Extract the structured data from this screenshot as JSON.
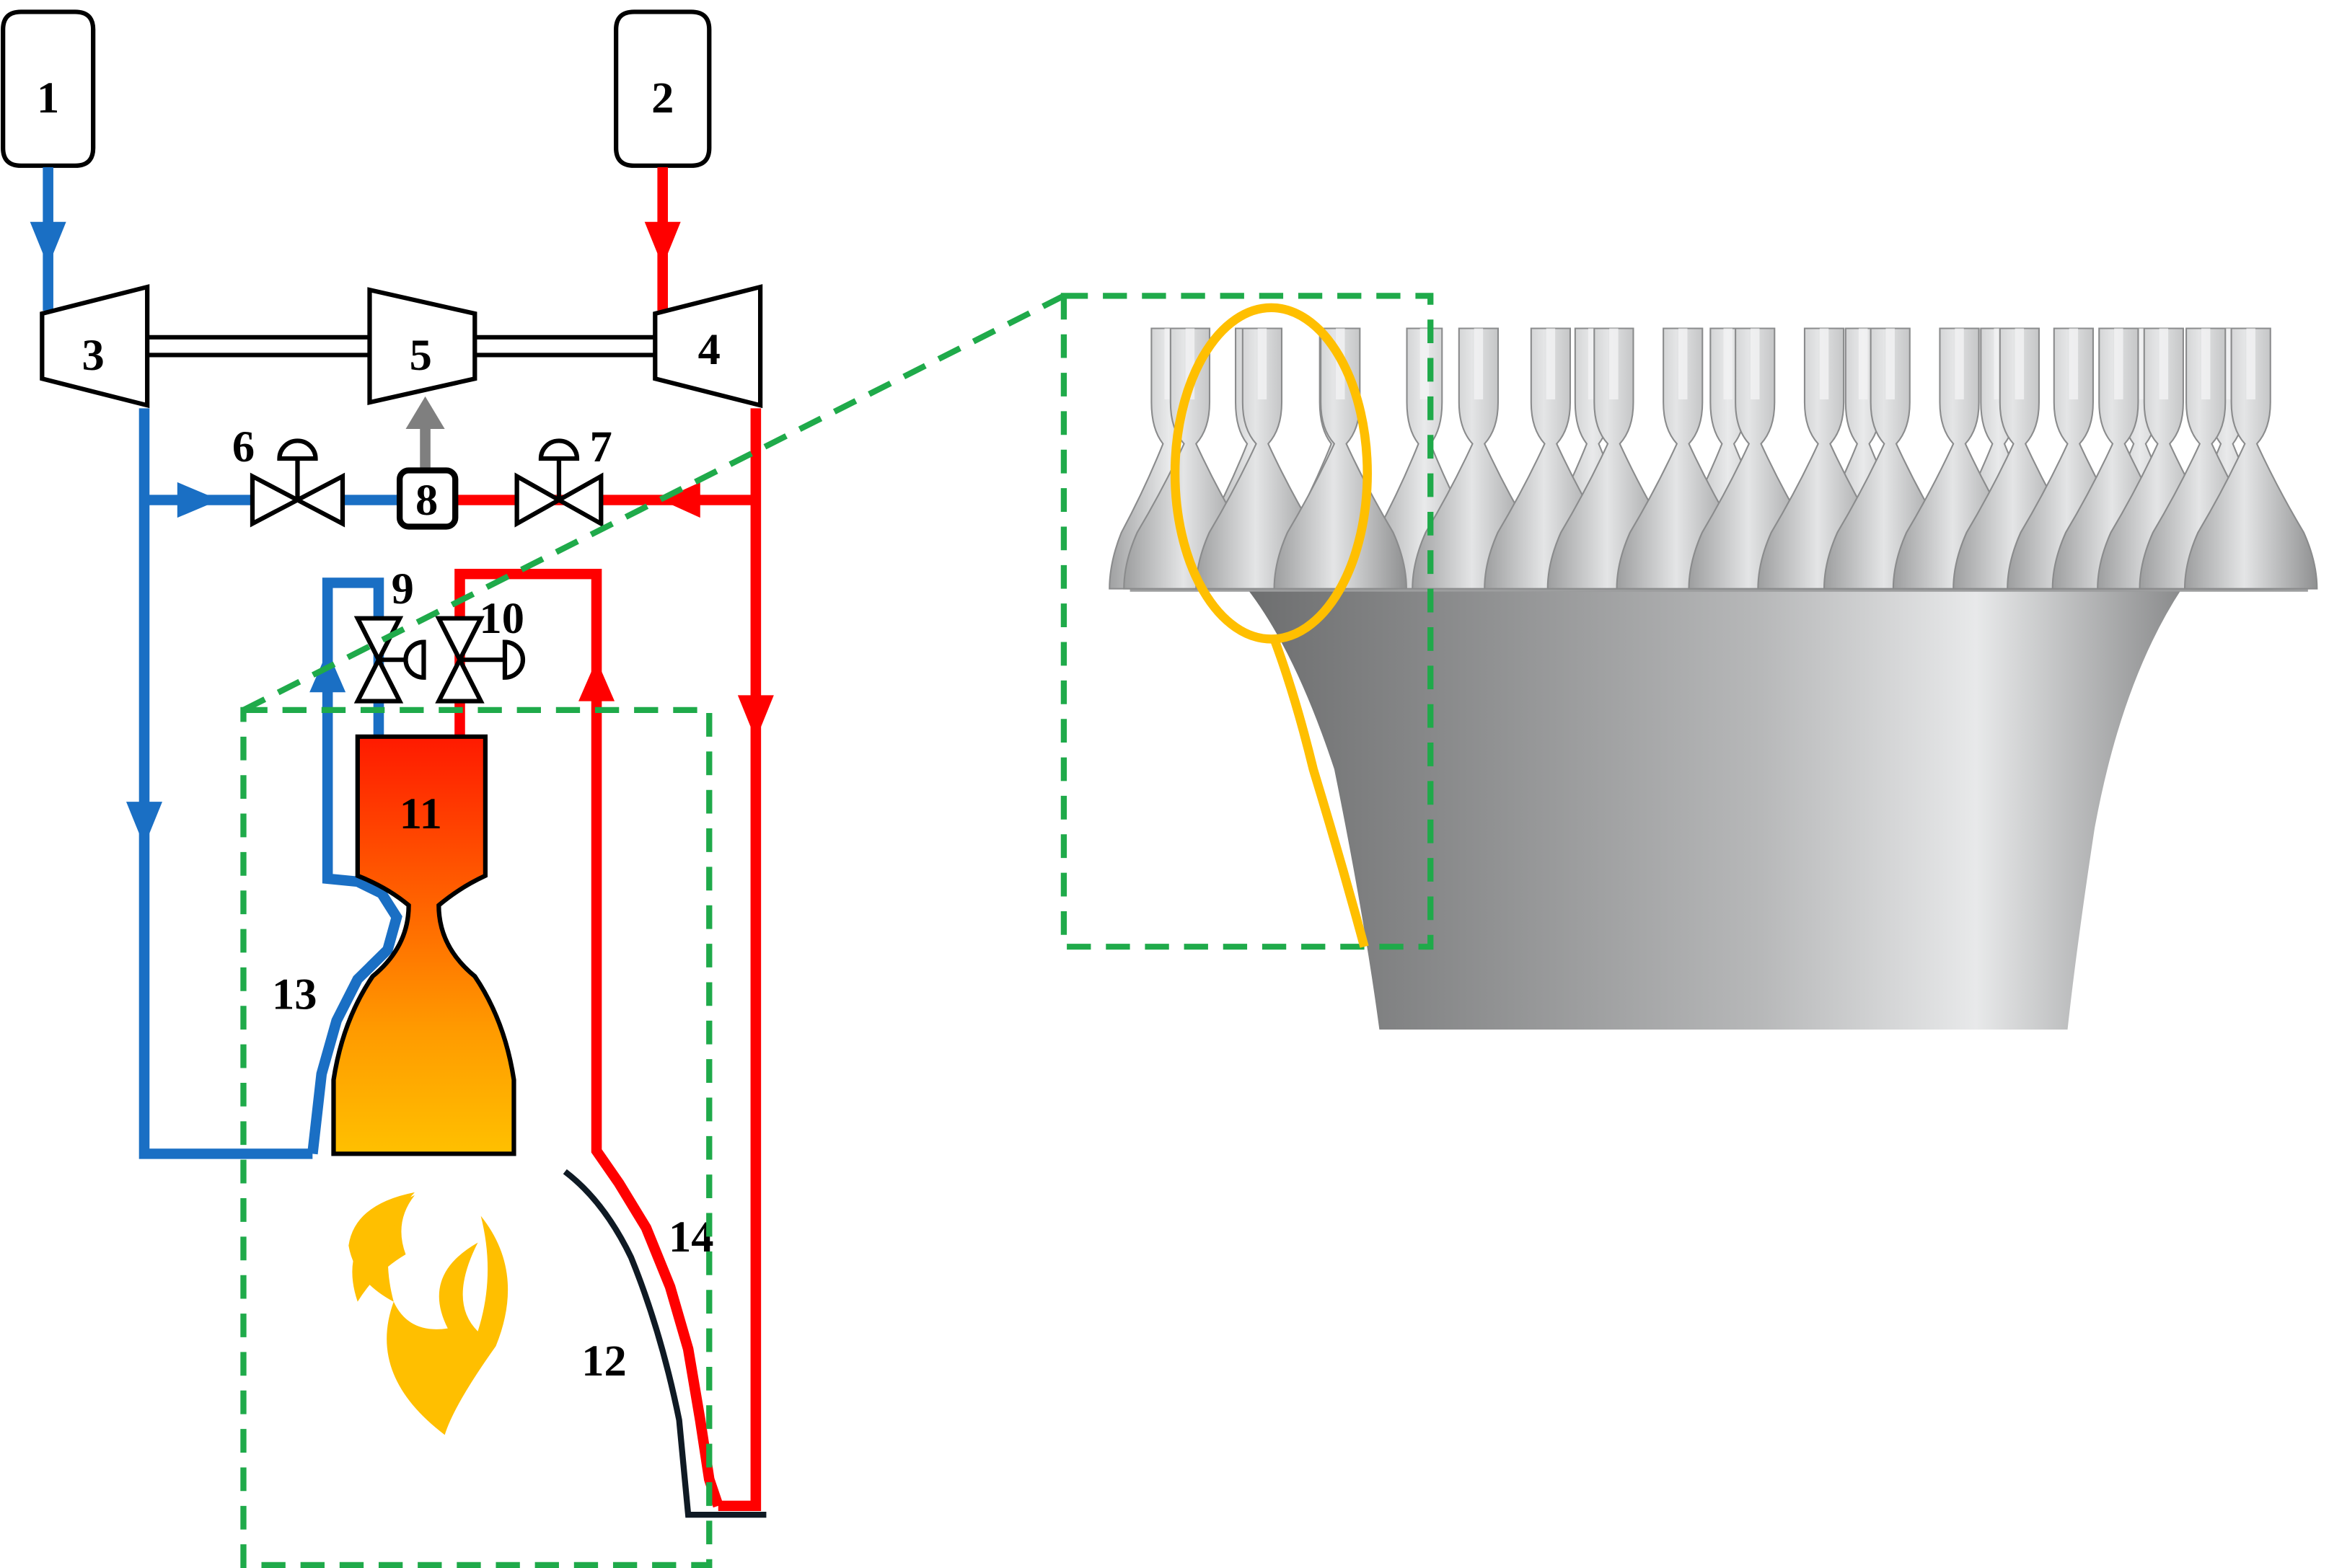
{
  "labels": {
    "tank_1": "1",
    "tank_2": "2",
    "pump_3": "3",
    "pump_4": "4",
    "turbine_5": "5",
    "valve_6": "6",
    "valve_7": "7",
    "gas_generator_8": "8",
    "valve_9": "9",
    "valve_10": "10",
    "thruster_11": "11",
    "ramp_12": "12",
    "coolant_13": "13",
    "coolant_14": "14"
  },
  "colors": {
    "fuel_line": "#1a6fc4",
    "oxidizer_line": "#ff0000",
    "exhaust_arrow": "#7f7f7f",
    "zoom_box": "#1faa4a",
    "highlight": "#ffbf00",
    "metal": "#a9aaab"
  },
  "icons": [
    "flame-icon",
    "valve-icon",
    "pump-icon",
    "turbine-icon",
    "tank-icon"
  ]
}
